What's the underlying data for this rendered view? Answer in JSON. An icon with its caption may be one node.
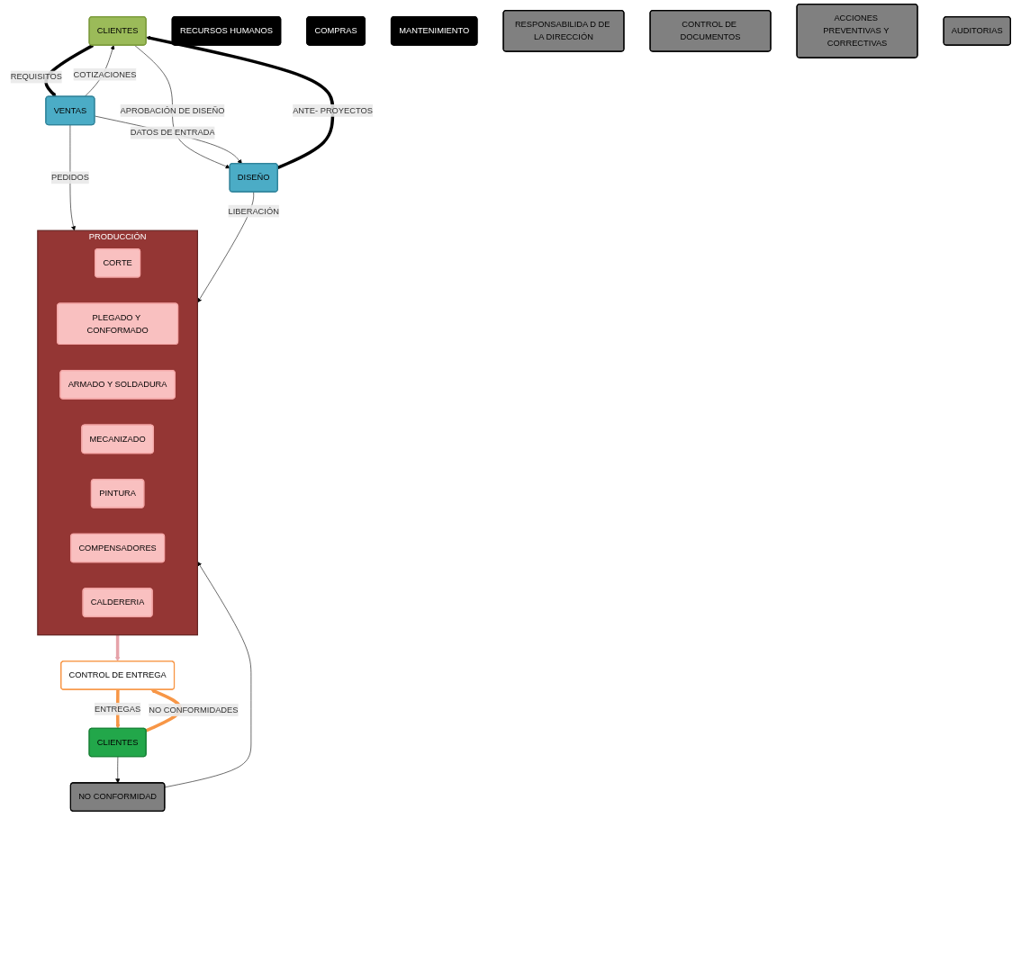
{
  "diagram": {
    "nodes": [
      {
        "text": [
          "CLIENTES"
        ]
      },
      {
        "text": [
          "VENTAS"
        ]
      },
      {
        "text": [
          "DISEÑO"
        ]
      },
      {
        "text": [
          "RECURSOS HUMANOS"
        ]
      },
      {
        "text": [
          "COMPRAS"
        ]
      },
      {
        "text": [
          "MANTENIMIENTO"
        ]
      },
      {
        "text": [
          "PRODUCCIÓN"
        ]
      },
      {
        "text": [
          "CORTE"
        ],
        "in": 6
      },
      {
        "text": [
          "PLEGADO Y CONFORMADO"
        ],
        "in": 6
      },
      {
        "text": [
          "ARMADO Y SOLDADURA"
        ],
        "in": 6
      },
      {
        "text": [
          "MECANIZADO"
        ],
        "in": 6
      },
      {
        "text": [
          "PINTURA"
        ],
        "in": 6
      },
      {
        "text": [
          "COMPENSADORES"
        ],
        "in": 6
      },
      {
        "text": [
          "CALDERERIA"
        ],
        "in": 6
      },
      {
        "text": [
          "RESPONSABILIDA D DE LA DIRECCIÓN"
        ]
      },
      {
        "text": [
          "CONTROL DE DOCUMENTOS"
        ]
      },
      {
        "text": [
          "ACCIONES PREVENTIVAS Y CORRECTIVAS"
        ]
      },
      {
        "text": [
          "AUDITORIAS"
        ]
      },
      {
        "text": [
          "CONTROL DE ENTREGA"
        ]
      },
      {
        "text": [
          "NO CONFORMIDAD"
        ]
      },
      {
        "text": [
          "CLIENTES"
        ]
      }
    ],
    "edges": [
      {
        "from": 0,
        "to": 1,
        "arrow": "to",
        "label": "REQUISITOS",
        "style": "thick"
      },
      {
        "from": 2,
        "to": 0,
        "arrow": "to",
        "label": "ANTE- PROYECTOS",
        "style": "thick"
      },
      {
        "from": 1,
        "to": 0,
        "arrow": "to",
        "label": "COTIZACIONES"
      },
      {
        "from": 0,
        "to": 2,
        "arrow": "to",
        "label": "APROBACIÓN DE DISEÑO"
      },
      {
        "from": 1,
        "to": 2,
        "arrow": "to",
        "label": "DATOS DE ENTRADA"
      },
      {
        "from": 1,
        "to": 6,
        "arrow": "to",
        "label": "PEDIDOS"
      },
      {
        "from": 2,
        "to": 6,
        "arrow": "to",
        "label": "LIBERACIÓN"
      },
      {
        "from": 6,
        "to": 18,
        "arrow": "to",
        "style": "thick",
        "color": "#e6a3aa"
      },
      {
        "from": 18,
        "to": 20,
        "arrow": "to",
        "label": "ENTREGAS",
        "style": "thick",
        "color": "#f79646"
      },
      {
        "from": 20,
        "to": 18,
        "arrow": "to",
        "label": "NO CONFORMIDADES",
        "style": "thick",
        "color": "#f79646"
      },
      {
        "from": 20,
        "to": 19,
        "arrow": "to"
      },
      {
        "from": 19,
        "to": 6,
        "arrow": "to"
      }
    ]
  }
}
